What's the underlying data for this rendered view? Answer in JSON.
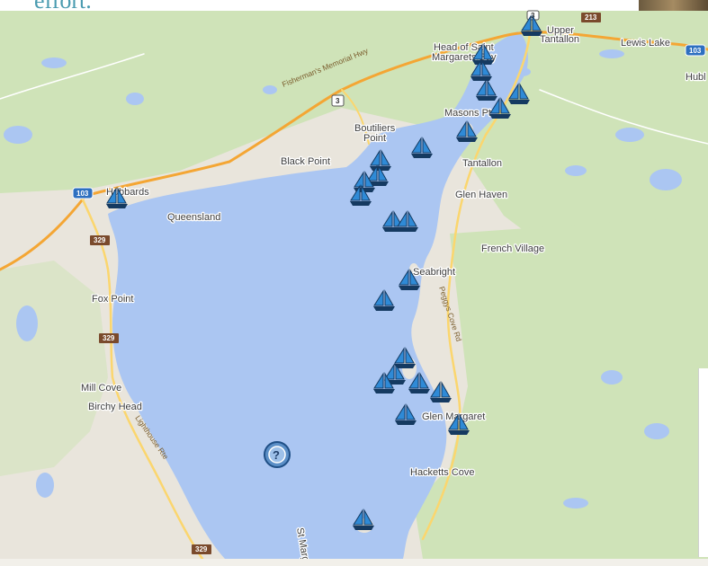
{
  "header": {
    "caption": "effort."
  },
  "places": [
    {
      "id": "upper-tantallon-1",
      "text": "Upper"
    },
    {
      "id": "upper-tantallon-2",
      "text": "Tantallon"
    },
    {
      "id": "lewis-lake",
      "text": "Lewis Lake"
    },
    {
      "id": "hubley",
      "text": "Hubl"
    },
    {
      "id": "head-of-st-margarets-1",
      "text": "Head of Saint"
    },
    {
      "id": "head-of-st-margarets-2",
      "text": "Margarets Bay"
    },
    {
      "id": "masons-point",
      "text": "Masons Pt"
    },
    {
      "id": "boutiliers-1",
      "text": "Boutiliers"
    },
    {
      "id": "boutiliers-2",
      "text": "Point"
    },
    {
      "id": "black-point",
      "text": "Black Point"
    },
    {
      "id": "tantallon",
      "text": "Tantallon"
    },
    {
      "id": "glen-haven",
      "text": "Glen Haven"
    },
    {
      "id": "hubbards",
      "text": "Hubbards"
    },
    {
      "id": "queensland",
      "text": "Queensland"
    },
    {
      "id": "french-village",
      "text": "French Village"
    },
    {
      "id": "seabright",
      "text": "Seabright"
    },
    {
      "id": "fox-point",
      "text": "Fox Point"
    },
    {
      "id": "mill-cove",
      "text": "Mill Cove"
    },
    {
      "id": "birchy-head",
      "text": "Birchy Head"
    },
    {
      "id": "glen-margaret",
      "text": "Glen Margaret"
    },
    {
      "id": "hacketts-cove",
      "text": "Hacketts Cove"
    },
    {
      "id": "st-margarets",
      "text": "St Marge"
    }
  ],
  "roads": [
    {
      "id": "fishermens-memorial-hwy",
      "text": "Fisherman's Memorial Hwy"
    },
    {
      "id": "peggys-cove-rd",
      "text": "Peggys Cove Rd"
    },
    {
      "id": "lighthouse-rte",
      "text": "Lighthouse Rte"
    }
  ],
  "shields": [
    {
      "id": "s103-left",
      "text": "103"
    },
    {
      "id": "s103-right",
      "text": "103"
    },
    {
      "id": "s213",
      "text": "213"
    },
    {
      "id": "s3-center",
      "text": "3"
    },
    {
      "id": "s3-top",
      "text": "3"
    },
    {
      "id": "s329-a",
      "text": "329"
    },
    {
      "id": "s329-b",
      "text": "329"
    },
    {
      "id": "s329-c",
      "text": "329"
    }
  ],
  "markers": {
    "boat_icon": "sailboat-icon",
    "boat_count": 25,
    "unknown_icon": "question-marker-icon"
  },
  "colors": {
    "water": "#abc6f2",
    "land": "#e9e5dc",
    "forest": "#cfe3b8",
    "highway": "#f4a634",
    "road": "#fbd66e",
    "boat_sail": "#2f8ad6",
    "boat_hull": "#153a61"
  }
}
